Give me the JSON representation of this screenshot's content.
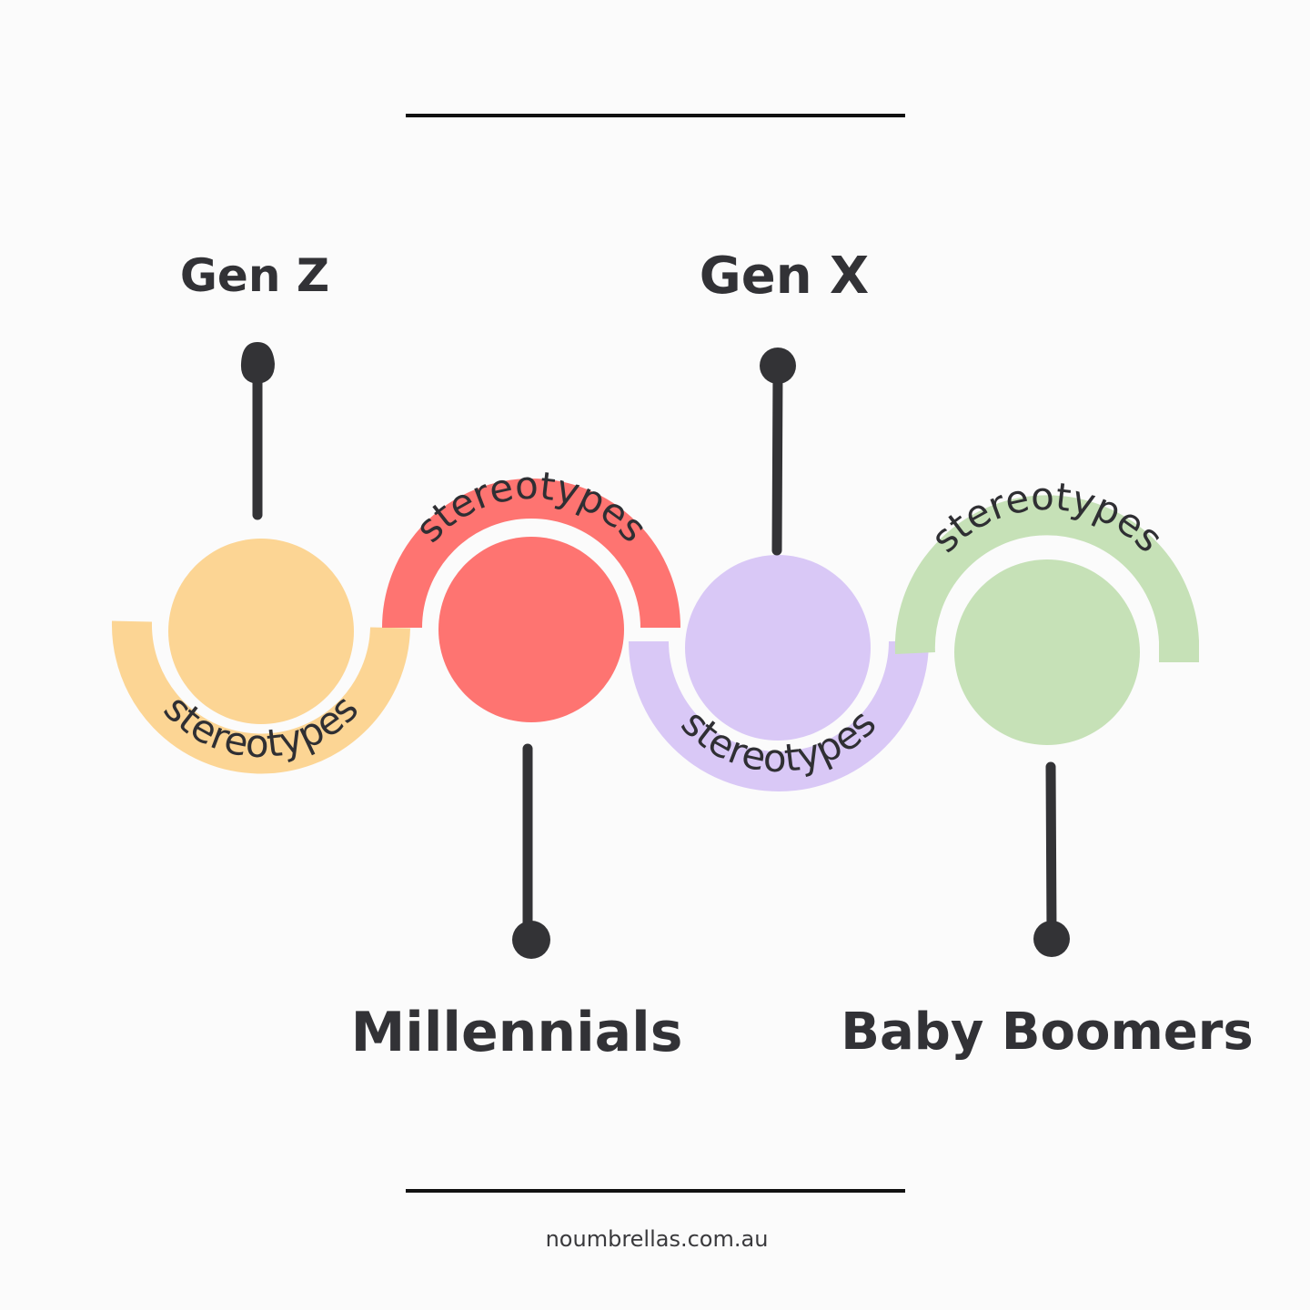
{
  "generations": [
    {
      "label": "Gen Z",
      "color": "#fcd594"
    },
    {
      "label": "Millennials",
      "color": "#fe7471"
    },
    {
      "label": "Gen X",
      "color": "#d9c8f6"
    },
    {
      "label": "Baby Boomers",
      "color": "#c6e1b7"
    }
  ],
  "arcs": [
    {
      "text": "stereotypes",
      "color": "#fcd594"
    },
    {
      "text": "stereotypes",
      "color": "#fe7471"
    },
    {
      "text": "stereotypes",
      "color": "#d9c8f6"
    },
    {
      "text": "stereotypes",
      "color": "#c6e1b7"
    }
  ],
  "footer": {
    "website": "noumbrellas.com.au"
  },
  "colors": {
    "ink": "#333336",
    "divider": "#111111",
    "background": "#fbfbfb"
  }
}
